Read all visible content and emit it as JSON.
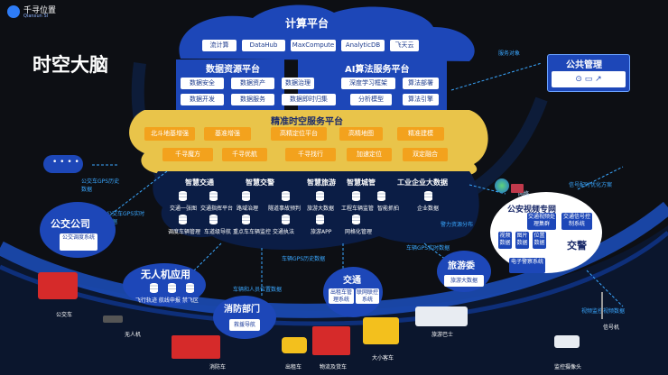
{
  "logo": {
    "cn": "千寻位置",
    "en": "Qianxun SI"
  },
  "page_title": "时空大脑",
  "compute": {
    "title": "计算平台",
    "items": [
      "流计算",
      "DataHub",
      "MaxCompute",
      "AnalyticDB",
      "飞天云"
    ]
  },
  "data_platform": {
    "title": "数据资源平台",
    "items": [
      "数据安全",
      "数据资产",
      "数据治理",
      "数据开发",
      "数据服务",
      "数据即时归集"
    ]
  },
  "ai_platform": {
    "title": "AI算法服务平台",
    "items": [
      "深度学习框架",
      "算法部署",
      "分析模型",
      "算法引擎"
    ]
  },
  "precise_platform": {
    "title": "精准时空服务平台",
    "row1": [
      "北斗地基增强",
      "基准增强",
      "高精定位平台",
      "高精地图",
      "精准建模"
    ],
    "row2": [
      "千寻魔方",
      "千寻优航",
      "千寻找行",
      "加速定位",
      "双定融合"
    ]
  },
  "public_mgmt": {
    "title": "公共管理",
    "label": "服务对象"
  },
  "smart": {
    "headers": [
      "智慧交通",
      "智慧交警",
      "智慧旅游",
      "智慧城管",
      "工业企业大数据"
    ],
    "items": [
      "交通一张图",
      "交通指挥平台",
      "调度车辆管理",
      "车道级导航",
      "路域治理",
      "隧道事故预判",
      "重点车车辆监控",
      "交通执法",
      "旅游大数据",
      "旅游APP",
      "工程车辆监管",
      "智能抓拍",
      "网格化管理",
      "企业数据"
    ]
  },
  "bus_company": {
    "title": "公交公司",
    "sub": "公交调度系统"
  },
  "labels": {
    "bus_gps_history": "公交车GPS历史数据",
    "bus_gps_live": "公交车GPS实时数据",
    "dots": "• • • •",
    "signal": "信号配时优化方案",
    "net": "网络",
    "alarm": "警力资源分布",
    "car_gps_live": "车辆GPS实时数据",
    "car_gps_history": "车辆GPS历史数据",
    "drone_pos": "车辆和人员位置数据",
    "camera_data": "视频监控视频数据"
  },
  "public_security": {
    "title": "公安视频专网",
    "items": [
      "视频数据",
      "图片数据",
      "位置数据"
    ],
    "proc": "交通视频处理集群",
    "signal_sys": "交通信号控制系统",
    "police": "交警",
    "e_police": "电子警察系统"
  },
  "tourism": {
    "title": "旅游委",
    "sub": "旅游大数据"
  },
  "transport": {
    "title": "交通",
    "items": [
      "出租车管理系统",
      "联网联控系统"
    ]
  },
  "uav": {
    "title": "无人机应用",
    "sub": "飞行轨迹 航线申报 禁飞区"
  },
  "fire": {
    "title": "消防部门",
    "sub": "救援导航"
  },
  "vehicles": {
    "bus": "公交车",
    "drone": "无人机",
    "firetruck": "消防车",
    "taxi": "出租车",
    "logistics": "物流及货车",
    "coach": "大小客车",
    "tourbus": "旅游巴士",
    "camera": "监控摄像头",
    "signal_light": "信号机"
  },
  "colors": {
    "blue": "#1d47b8",
    "orange": "#f3a21d",
    "gold": "#e9c44a",
    "arc": "#1a4aa8"
  }
}
